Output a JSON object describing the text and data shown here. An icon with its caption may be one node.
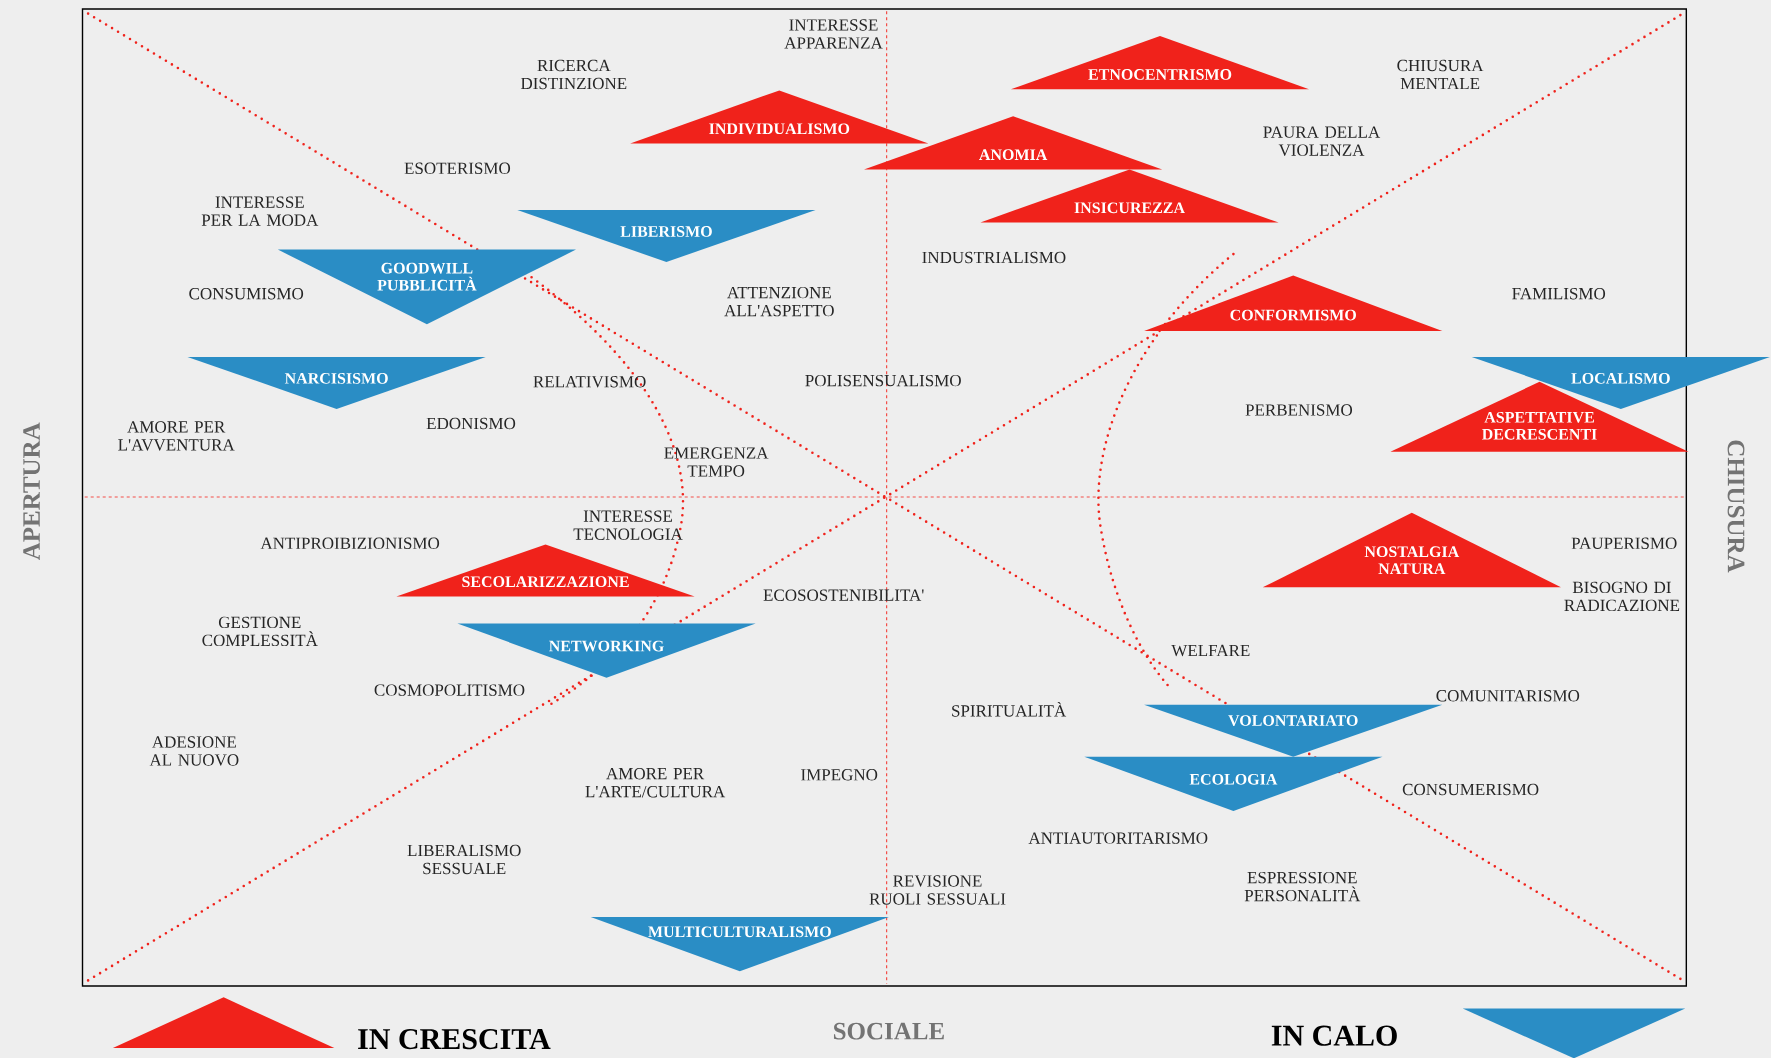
{
  "diagram": {
    "nodes": [
      {
        "text": [
          "ETNOCENTRISMO"
        ]
      },
      {
        "text": [
          "INDIVIDUALISMO"
        ]
      },
      {
        "text": [
          "ANOMIA"
        ]
      },
      {
        "text": [
          "INSICUREZZA"
        ]
      },
      {
        "text": [
          "LIBERISMO"
        ]
      },
      {
        "text": [
          "GOODWILL PUBBLICITÀ"
        ]
      },
      {
        "text": [
          "CONFORMISMO"
        ]
      },
      {
        "text": [
          "NARCISISMO"
        ]
      },
      {
        "text": [
          "LOCALISMO"
        ]
      },
      {
        "text": [
          "ASPETTATIVE DECRESCENTI"
        ]
      },
      {
        "text": [
          "NOSTALGIA NATURA"
        ]
      },
      {
        "text": [
          "SECOLARIZZAZIONE"
        ]
      },
      {
        "text": [
          "NETWORKING"
        ]
      },
      {
        "text": [
          "VOLONTARIATO"
        ]
      },
      {
        "text": [
          "ECOLOGIA"
        ]
      },
      {
        "text": [
          "MULTICULTURALISMO"
        ]
      }
    ],
    "labels": [
      "INTERESSE APPARENZA",
      "RICERCA DISTINZIONE",
      "CHIUSURA MENTALE",
      "PAURA DELLA VIOLENZA",
      "ESOTERISMO",
      "INTERESSE PER LA MODA",
      "INDUSTRIALISMO",
      "CONSUMISMO",
      "ATTENZIONE ALL'ASPETTO",
      "FAMILISMO",
      "RELATIVISMO",
      "POLISENSUALISMO",
      "PERBENISMO",
      "AMORE PER L'AVVENTURA",
      "EDONISMO",
      "EMERGENZA TEMPO",
      "INTERESSE TECNOLOGIA",
      "ANTIPROIBIZIONISMO",
      "PAUPERISMO",
      "BISOGNO DI RADICAZIONE",
      "ECOSOSTENIBILITA'",
      "GESTIONE COMPLESSITÀ",
      "WELFARE",
      "COSMOPOLITISMO",
      "COMUNITARISMO",
      "SPIRITUALITÀ",
      "ADESIONE AL NUOVO",
      "AMORE PER L'ARTE/CULTURA",
      "IMPEGNO",
      "CONSUMERISMO",
      "ANTIAUTORITARISMO",
      "LIBERALISMO SESSUALE",
      "REVISIONE RUOLI SESSUALI",
      "ESPRESSIONE PERSONALITÀ",
      "APERTURA",
      "CHIUSURA",
      "SOCIALE"
    ],
    "legend": [
      {
        "text": "IN CRESCITA",
        "color": "#f0221b"
      },
      {
        "text": "IN CALO",
        "color": "#2a8dc5"
      }
    ]
  }
}
